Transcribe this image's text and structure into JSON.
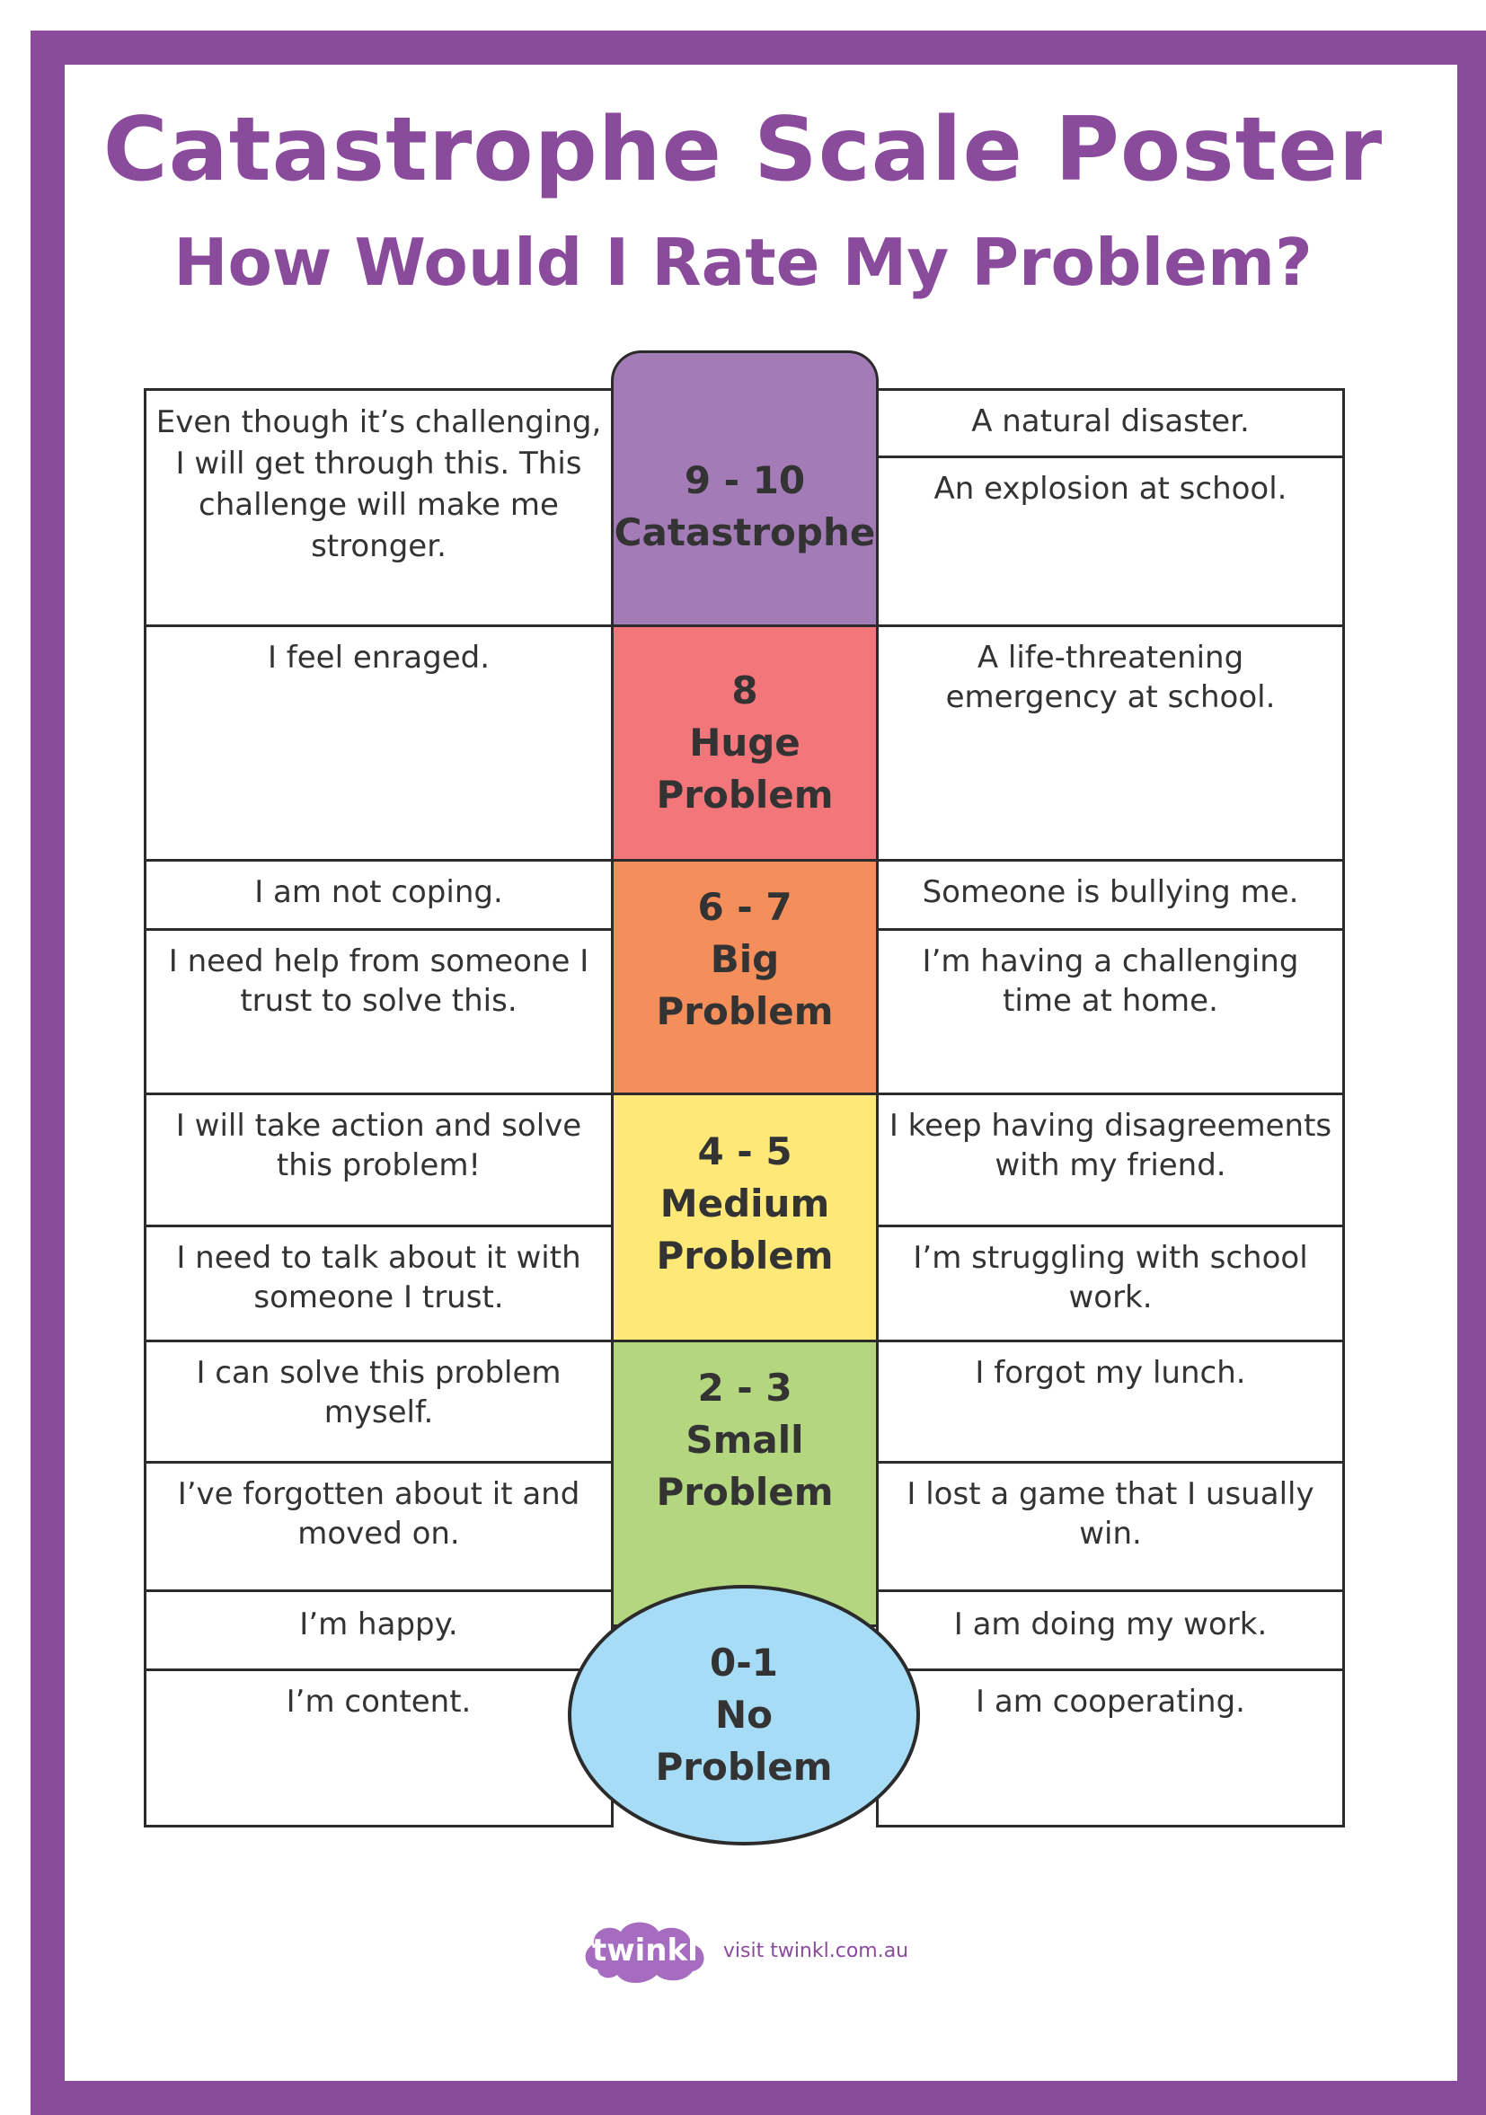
{
  "poster": {
    "title": "Catastrophe Scale Poster",
    "subtitle": "How Would I Rate My Problem?",
    "border_color": "#8a4b9c"
  },
  "levels": [
    {
      "range": "9 - 10",
      "label1": "Catastrophe",
      "label2": "",
      "color": "#a27bb7",
      "left": [
        "Even though it’s challenging, I will get through this. This challenge will make me stronger."
      ],
      "right": [
        "A natural disaster.",
        "An explosion at school."
      ]
    },
    {
      "range": "8",
      "label1": "Huge",
      "label2": "Problem",
      "color": "#f2767a",
      "left": [
        "I feel enraged."
      ],
      "right": [
        "A life-threatening emergency at school."
      ]
    },
    {
      "range": "6 - 7",
      "label1": "Big",
      "label2": "Problem",
      "color": "#f48f5b",
      "left": [
        "I am not coping.",
        "I need help from someone I trust to solve this."
      ],
      "right": [
        "Someone is bullying me.",
        "I’m having a challenging time at home."
      ]
    },
    {
      "range": "4 - 5",
      "label1": "Medium",
      "label2": "Problem",
      "color": "#fde878",
      "left": [
        "I will take action and solve this problem!",
        "I need to talk about it with someone I trust."
      ],
      "right": [
        "I keep having disagreements with my friend.",
        "I’m struggling with school work."
      ]
    },
    {
      "range": "2 - 3",
      "label1": "Small",
      "label2": "Problem",
      "color": "#b3d67f",
      "left": [
        "I can solve this problem myself.",
        "I’ve forgotten about it and moved on."
      ],
      "right": [
        "I forgot my lunch.",
        "I lost a game that I usually win."
      ]
    },
    {
      "range": "0-1",
      "label1": "No",
      "label2": "Problem",
      "color": "#a7dcf7",
      "left": [
        "I’m happy.",
        "I’m content."
      ],
      "right": [
        "I am doing my work.",
        "I am cooperating."
      ]
    }
  ],
  "footer": {
    "logo_text": "twinkl",
    "visit_text": "visit twinkl.com.au",
    "logo_color": "#a66cc0"
  }
}
